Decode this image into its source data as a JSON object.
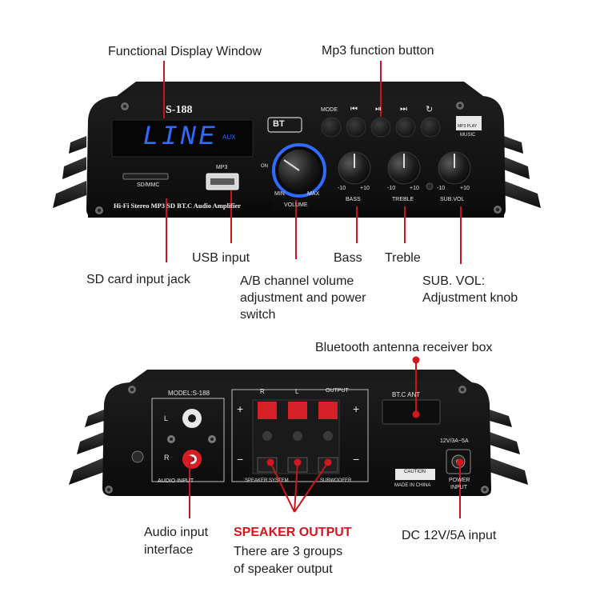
{
  "top_labels": {
    "display_window": "Functional Display Window",
    "mp3_button": "Mp3 function button",
    "usb_input": "USB input",
    "sd_card": "SD card input jack",
    "volume": [
      "A/B channel volume",
      "adjustment and power",
      "switch"
    ],
    "bass": "Bass",
    "treble": "Treble",
    "sub_vol": [
      "SUB. VOL:",
      "Adjustment knob"
    ]
  },
  "front_panel": {
    "model": "S-188",
    "display_text": "LINE",
    "display_sub": "AUX",
    "bt_badge": "BT",
    "sd_label": "SD/MMC",
    "mp3_label": "MP3",
    "on_label": "ON",
    "min_label": "MIN",
    "max_label": "MAX",
    "volume_label": "VOLUME",
    "button_mode": "MODE",
    "button_prev": "⏮",
    "button_play": "⏯",
    "button_next": "⏭",
    "button_repeat": "↻",
    "mp3_play": "MP3 PLAY",
    "music": "MUSIC",
    "bass_label": "BASS",
    "treble_label": "TREBLE",
    "sub_label": "SUB.VOL",
    "minus10": "-10",
    "plus10": "+10",
    "strip_text": "Hi-Fi Stereo MP3 SD BT.C Audio Amplifier"
  },
  "bottom_labels": {
    "bt_antenna": "Bluetooth antenna receiver box",
    "audio_input": [
      "Audio input",
      "interface"
    ],
    "speaker_output_title": "SPEAKER OUTPUT",
    "speaker_output_desc": [
      "There are 3 groups",
      "of speaker output"
    ],
    "dc_input": "DC 12V/5A input"
  },
  "rear_panel": {
    "model": "MODEL:S-188",
    "r_top": "R",
    "l_top": "L",
    "output": "OUTPUT",
    "l_side": "L",
    "r_side": "R",
    "plus": "+",
    "minus": "−",
    "audio_input": "AUDIO INPUT",
    "speaker_system": "SPEAKER SYSTEM",
    "subwoofer": "SUBWOOFER",
    "bt_ant": "BT.C ANT",
    "power_spec": "12V/3A~5A",
    "caution": "CAUTION",
    "made_in": "MADE IN CHINA",
    "power_input": [
      "POWER",
      "INPUT"
    ]
  },
  "colors": {
    "accent_red": "#d6161d",
    "panel_black": "#101010",
    "display_blue": "#2f6bff",
    "ring_blue": "#2f6bff"
  }
}
